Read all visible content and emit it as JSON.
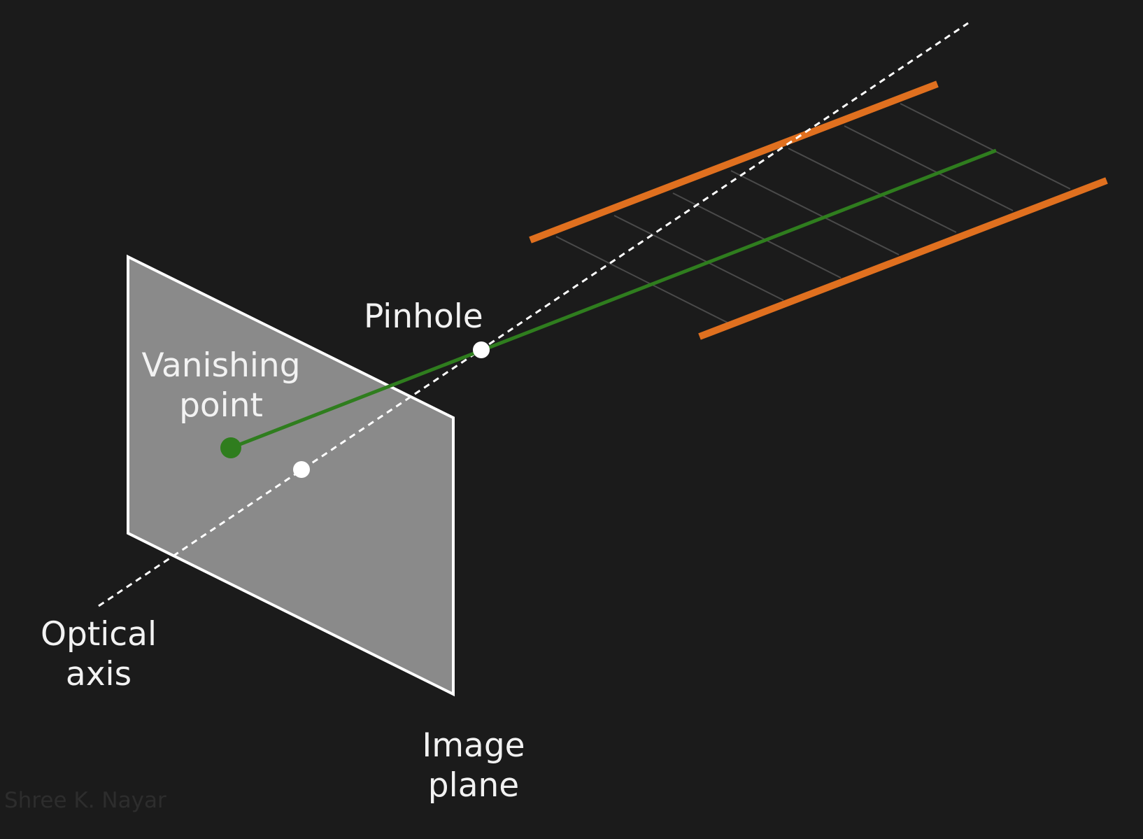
{
  "labels": {
    "pinhole": "Pinhole",
    "vanishing_point": [
      "Vanishing",
      "point"
    ],
    "optical_axis": [
      "Optical",
      "axis"
    ],
    "image_plane": [
      "Image",
      "plane"
    ]
  },
  "watermark": "Shree K. Nayar",
  "colors": {
    "background": "#1b1b1b",
    "image_plane_fill": "#8a8a8a",
    "image_plane_edge": "#ffffff",
    "parallel_lines": "#e0701f",
    "vanishing_ray": "#2f7d1e",
    "optical_axis": "#ffffff",
    "ground_grid": "#4a4a4a"
  }
}
